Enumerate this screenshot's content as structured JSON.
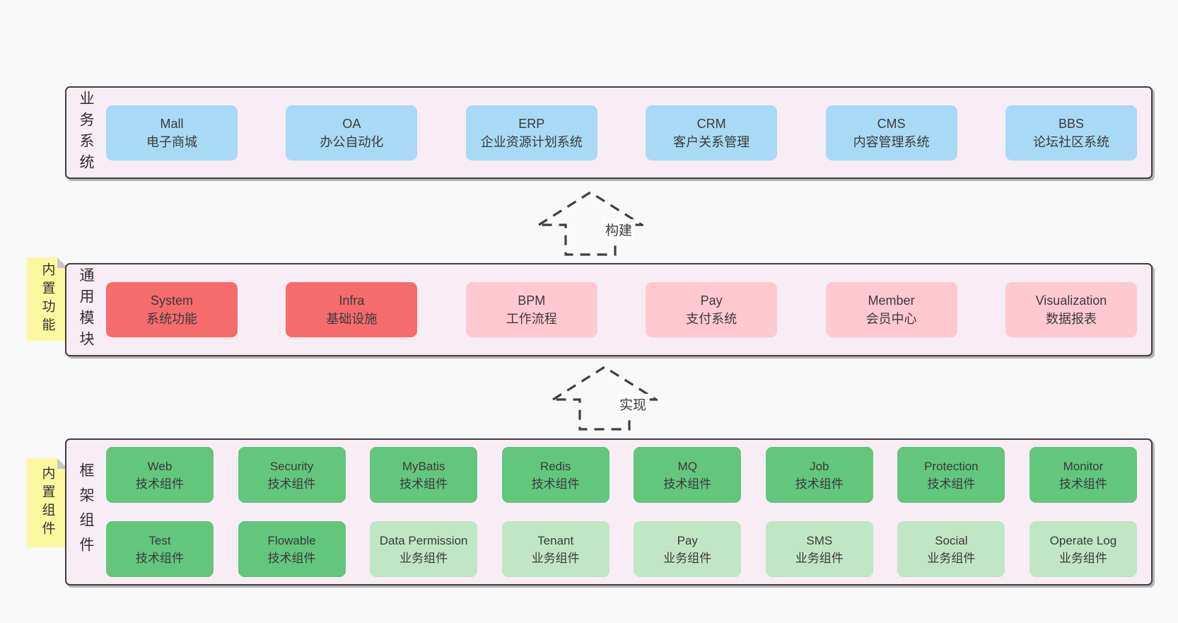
{
  "colors": {
    "page_bg": "#f8f8f8",
    "panel_bg": "#f8edf5",
    "panel_border": "#3f3f3f",
    "blue": "#a8daf5",
    "red": "#f56c6c",
    "pink": "#ffc9d2",
    "green": "#62c67c",
    "light_green": "#c0e6c6",
    "sticky_yellow": "#fbf99f",
    "text": "#3b3b3b"
  },
  "sections": {
    "business": {
      "label": "业务系统",
      "items": [
        {
          "title": "Mall",
          "subtitle": "电子商城"
        },
        {
          "title": "OA",
          "subtitle": "办公自动化"
        },
        {
          "title": "ERP",
          "subtitle": "企业资源计划系统"
        },
        {
          "title": "CRM",
          "subtitle": "客户关系管理"
        },
        {
          "title": "CMS",
          "subtitle": "内容管理系统"
        },
        {
          "title": "BBS",
          "subtitle": "论坛社区系统"
        }
      ]
    },
    "modules": {
      "label": "通用模块",
      "sticky": "内置功能",
      "items": [
        {
          "title": "System",
          "subtitle": "系统功能"
        },
        {
          "title": "Infra",
          "subtitle": "基础设施"
        },
        {
          "title": "BPM",
          "subtitle": "工作流程"
        },
        {
          "title": "Pay",
          "subtitle": "支付系统"
        },
        {
          "title": "Member",
          "subtitle": "会员中心"
        },
        {
          "title": "Visualization",
          "subtitle": "数据报表"
        }
      ]
    },
    "framework": {
      "label": "框架组件",
      "sticky": "内置组件",
      "rows": [
        [
          {
            "title": "Web",
            "subtitle": "技术组件"
          },
          {
            "title": "Security",
            "subtitle": "技术组件"
          },
          {
            "title": "MyBatis",
            "subtitle": "技术组件"
          },
          {
            "title": "Redis",
            "subtitle": "技术组件"
          },
          {
            "title": "MQ",
            "subtitle": "技术组件"
          },
          {
            "title": "Job",
            "subtitle": "技术组件"
          },
          {
            "title": "Protection",
            "subtitle": "技术组件"
          },
          {
            "title": "Monitor",
            "subtitle": "技术组件"
          }
        ],
        [
          {
            "title": "Test",
            "subtitle": "技术组件"
          },
          {
            "title": "Flowable",
            "subtitle": "技术组件"
          },
          {
            "title": "Data Permission",
            "subtitle": "业务组件"
          },
          {
            "title": "Tenant",
            "subtitle": "业务组件"
          },
          {
            "title": "Pay",
            "subtitle": "业务组件"
          },
          {
            "title": "SMS",
            "subtitle": "业务组件"
          },
          {
            "title": "Social",
            "subtitle": "业务组件"
          },
          {
            "title": "Operate Log",
            "subtitle": "业务组件"
          }
        ]
      ]
    }
  },
  "arrows": {
    "build": "构建",
    "implement": "实现"
  }
}
